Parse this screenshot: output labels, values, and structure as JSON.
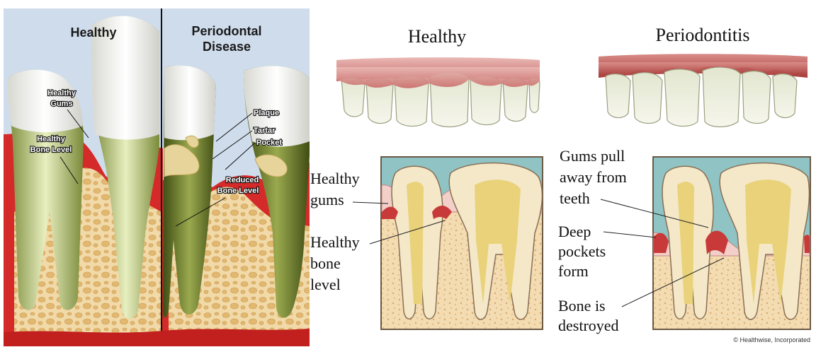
{
  "left_panel": {
    "title_healthy": "Healthy",
    "title_disease_line1": "Periodontal",
    "title_disease_line2": "Disease",
    "labels": {
      "healthy_gums_1": "Healthy",
      "healthy_gums_2": "Gums",
      "healthy_bone_1": "Healthy",
      "healthy_bone_2": "Bone Level",
      "plaque": "Plaque",
      "tartar": "Tartar",
      "pocket": "Pocket",
      "reduced_bone_1": "Reduced",
      "reduced_bone_2": "Bone Level"
    }
  },
  "right_panel": {
    "title_healthy": "Healthy",
    "title_periodontitis": "Periodontitis",
    "labels": {
      "healthy_gums_1": "Healthy",
      "healthy_gums_2": "gums",
      "healthy_bone_1": "Healthy",
      "healthy_bone_2": "bone",
      "healthy_bone_3": "level",
      "gums_pull_1": "Gums pull",
      "gums_pull_2": "away from",
      "gums_pull_3": "teeth",
      "deep_pockets_1": "Deep",
      "deep_pockets_2": "pockets",
      "deep_pockets_3": "form",
      "bone_destroyed_1": "Bone is",
      "bone_destroyed_2": "destroyed"
    },
    "credit": "© Healthwise, Incorporated"
  },
  "colors": {
    "gum_red": "#d42a2a",
    "bone": "#e8c48a",
    "enamel": "#f4f4f0",
    "sky": "#c9d8e8",
    "teal_bg": "#8fc3c4"
  }
}
